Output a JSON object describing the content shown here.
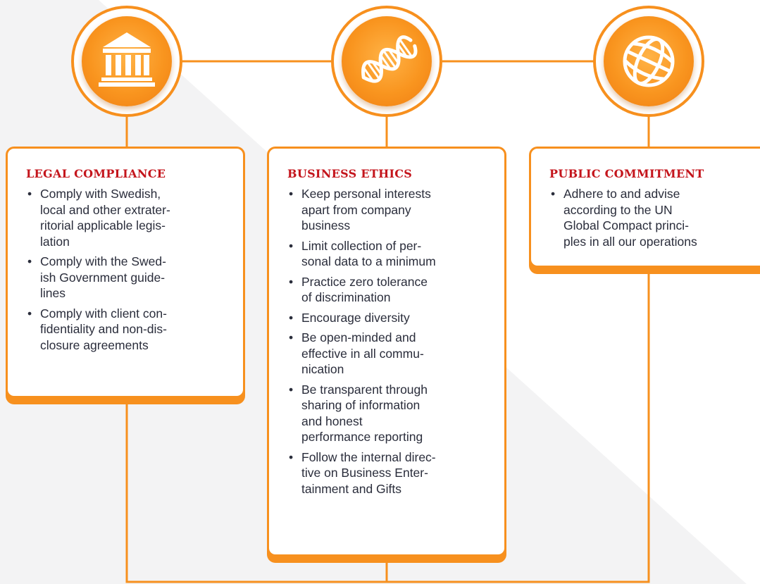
{
  "colors": {
    "accent_orange": "#f7901e",
    "heading_red": "#c4151c",
    "text_dark": "#2a2d3b",
    "background_shape": "#f3f3f4"
  },
  "icons": {
    "left": "courthouse-icon",
    "middle": "dna-icon",
    "right": "globe-icon"
  },
  "sections": [
    {
      "title": "LEGAL COMPLIANCE",
      "items": [
        "Comply with Swedish,\nlocal and other extrater-\nritorial applicable legis-\nlation",
        "Comply with the Swed-\nish Government guide-\nlines",
        "Comply with client con-\nfidentiality and non-dis-\nclosure agreements"
      ]
    },
    {
      "title": "BUSINESS ETHICS",
      "items": [
        "Keep personal interests\napart from company\nbusiness",
        "Limit collection of per-\nsonal data to a minimum",
        "Practice zero tolerance\nof discrimination",
        "Encourage diversity",
        "Be open-minded and\neffective in all commu-\nnication",
        "Be transparent through\nsharing of information\nand honest\nperformance reporting",
        "Follow the internal direc-\ntive on Business Enter-\ntainment and Gifts"
      ]
    },
    {
      "title": "PUBLIC COMMITMENT",
      "items": [
        "Adhere to and advise\naccording to the UN\nGlobal Compact princi-\nples in all our operations"
      ]
    }
  ]
}
